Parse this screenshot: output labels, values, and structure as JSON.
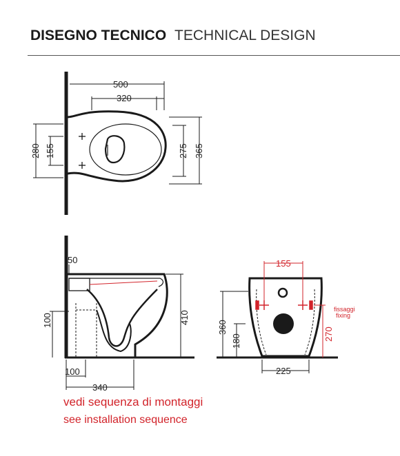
{
  "header": {
    "title_it": "DISEGNO TECNICO",
    "title_en": "TECHNICAL DESIGN"
  },
  "top_view": {
    "dims": {
      "overall_length": "500",
      "bowl_length": "320",
      "height_280": "280",
      "height_155": "155",
      "width_275": "275",
      "width_365": "365"
    }
  },
  "side_view": {
    "dims": {
      "top_50": "50",
      "height_100": "100",
      "height_410": "410",
      "depth_100": "100",
      "depth_340": "340"
    }
  },
  "rear_view": {
    "dims": {
      "fixing_155": "155",
      "height_360": "360",
      "height_180": "180",
      "height_270": "270",
      "width_225": "225"
    },
    "fixing_label_it": "fissaggi",
    "fixing_label_en": "fixing"
  },
  "notes": {
    "it": "vedi sequenza di montaggi",
    "en": "see installation sequence"
  },
  "colors": {
    "accent_red": "#d2232a",
    "line": "#1a1a1a"
  }
}
